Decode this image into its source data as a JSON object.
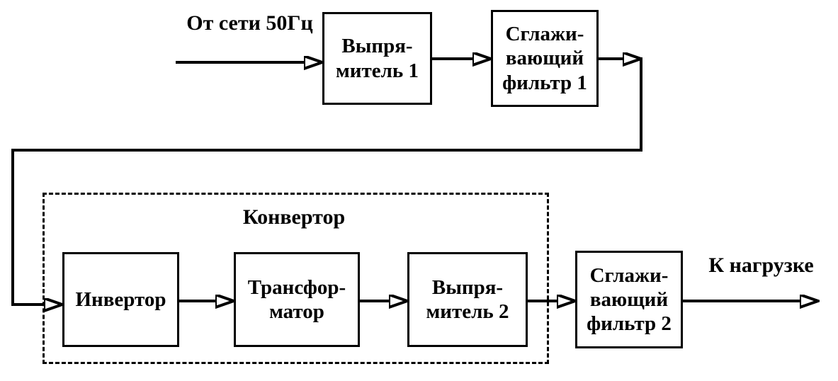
{
  "diagram": {
    "input_label": "От сети 50Гц",
    "output_label": "К нагрузке",
    "converter_label": "Конвертор",
    "blocks": {
      "rectifier1": {
        "text": "Выпря-\nмитель 1"
      },
      "filter1": {
        "text": "Сглажи-\nвающий\nфильтр 1"
      },
      "inverter": {
        "text": "Инвертор"
      },
      "transformer": {
        "text": "Трансфор-\nматор"
      },
      "rectifier2": {
        "text": "Выпря-\nмитель 2"
      },
      "filter2": {
        "text": "Сглажи-\nвающий\nфильтр 2"
      }
    },
    "colors": {
      "line": "#000000",
      "background": "#ffffff"
    }
  }
}
